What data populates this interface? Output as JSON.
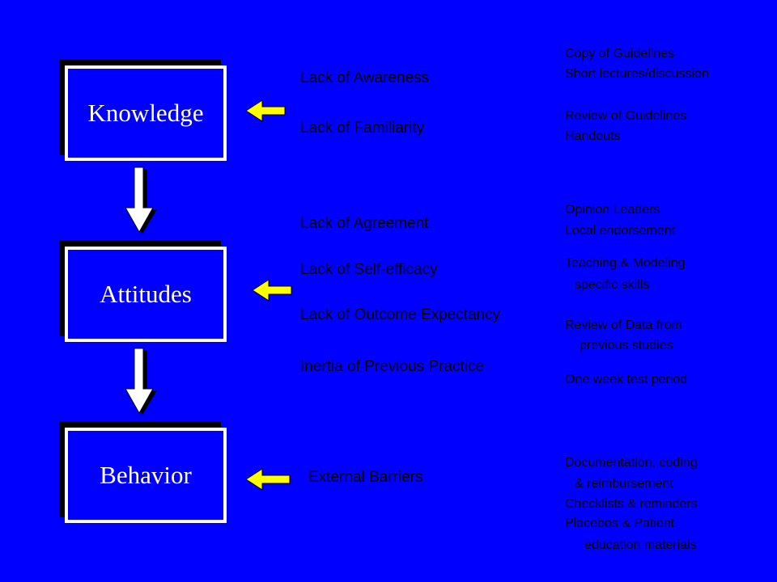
{
  "boxes": {
    "knowledge": "Knowledge",
    "attitudes": "Attitudes",
    "behavior": "Behavior"
  },
  "barriers": {
    "awareness": "Lack of Awareness",
    "familiarity": "Lack of Familiarity",
    "agreement": "Lack of Agreement",
    "self_efficacy": "Lack of Self-efficacy",
    "outcome_expectancy": "Lack of Outcome Expectancy",
    "inertia": "Inertia of Previous Practice",
    "external": "External Barriers"
  },
  "strategies": {
    "s1": "Copy of Guidelines",
    "s2": "Short lectures/discussion",
    "s3": "Review of Guidelines",
    "s4": "Handouts",
    "s5": "Opinion Leaders",
    "s6": "Local endorsement",
    "s7": "Teaching & Modeling",
    "s8": "specific skills",
    "s9": "Review of Data from",
    "s10": "previous studies",
    "s11": "One week test period",
    "s12": "Documentation, coding",
    "s13": "& reimbursement",
    "s14": "Checklists & reminders",
    "s15": "Placebos & Patient",
    "s16": "education materials"
  },
  "colors": {
    "background": "#0000FF",
    "box_border": "#FFFFFF",
    "arrow_fill": "#FFFF00",
    "text": "#000000"
  }
}
